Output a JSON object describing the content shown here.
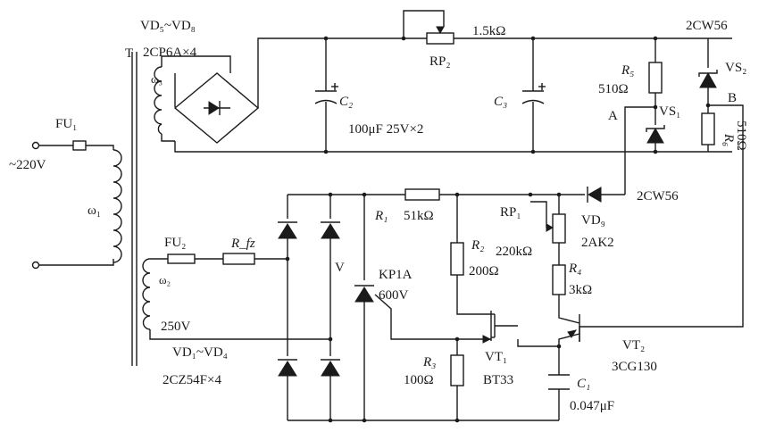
{
  "labels": {
    "t_label": "T",
    "vd5_vd8": "VD₅~VD₈",
    "vd5_vd8_part": "2CP6A×4",
    "w3": "ω₃",
    "c2": "C₂",
    "c2_value": "100μF  25V×2",
    "c3": "C₃",
    "rp2_value": "1.5kΩ",
    "rp2": "RP₂",
    "vs2_part": "2CW56",
    "vs2": "VS₂",
    "r5": "R₅",
    "r5_value": "510Ω",
    "vs1": "VS₁",
    "node_a": "A",
    "node_b": "B",
    "r6": "R₆",
    "r6_value": "510Ω",
    "fu1": "FU₁",
    "mains": "~220V",
    "w1": "ω₁",
    "r1": "R₁",
    "r1_value": "51kΩ",
    "rp1": "RP₁",
    "vd9": "VD₉",
    "vd9_part": "2AK2",
    "vd9_zener_part": "2CW56",
    "fu2": "FU₂",
    "rfz": "R_fz",
    "w2": "ω₂",
    "v_label": "V",
    "scr_part": "KP1A",
    "scr_voltage": "600V",
    "r2": "R₂",
    "r2_value": "200Ω",
    "rp1_value": "220kΩ",
    "r4": "R₄",
    "r4_value": "3kΩ",
    "v250": "250V",
    "vd1_vd4": "VD₁~VD₄",
    "vd1_vd4_part": "2CZ54F×4",
    "r3": "R₃",
    "r3_value": "100Ω",
    "vt1": "VT₁",
    "vt1_part": "BT33",
    "vt2": "VT₂",
    "vt2_part": "3CG130",
    "c1": "C₁",
    "c1_value": "0.047μF"
  }
}
